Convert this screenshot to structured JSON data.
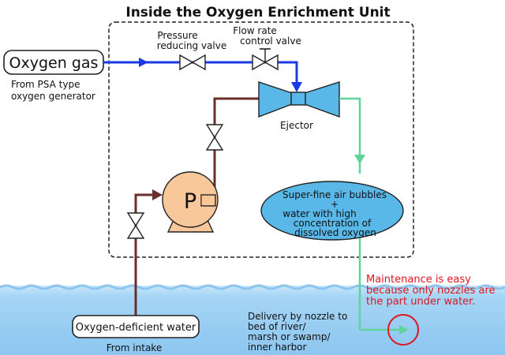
{
  "title": "Inside the Oxygen Enrichment Unit",
  "oxygen_gas": {
    "label": "Oxygen gas",
    "source_line1": "From PSA type",
    "source_line2": "oxygen generator"
  },
  "pressure_valve": {
    "line1": "Pressure",
    "line2": "reducing valve"
  },
  "flow_valve": {
    "line1": "Flow rate",
    "line2": "control valve"
  },
  "ejector": {
    "label": "Ejector"
  },
  "pump": {
    "label": "P"
  },
  "bubbles": {
    "line1": "Super-fine air bubbles",
    "line2": "+",
    "line3": "water with high",
    "line4": "concentration of",
    "line5": "dissolved oxygen"
  },
  "maintenance": {
    "line1": "Maintenance is easy",
    "line2": "because only nozzles are",
    "line3": "the part under water.",
    "color": "#e0141e"
  },
  "water_in": {
    "label": "Oxygen-deficient water",
    "source": "From intake"
  },
  "delivery": {
    "line1": "Delivery by nozzle to",
    "line2": "bed of river/",
    "line3": "marsh or swamp/",
    "line4": "inner harbor"
  },
  "colors": {
    "oxygen_line": "#1a3ae6",
    "water_pipe": "#6b2e2a",
    "outflow_line": "#5fd39a",
    "ejector_fill": "#5ab8e8",
    "pump_fill": "#f8c89a",
    "bubble_fill": "#5ab8e8",
    "water_surface": "#a6d5f5"
  }
}
